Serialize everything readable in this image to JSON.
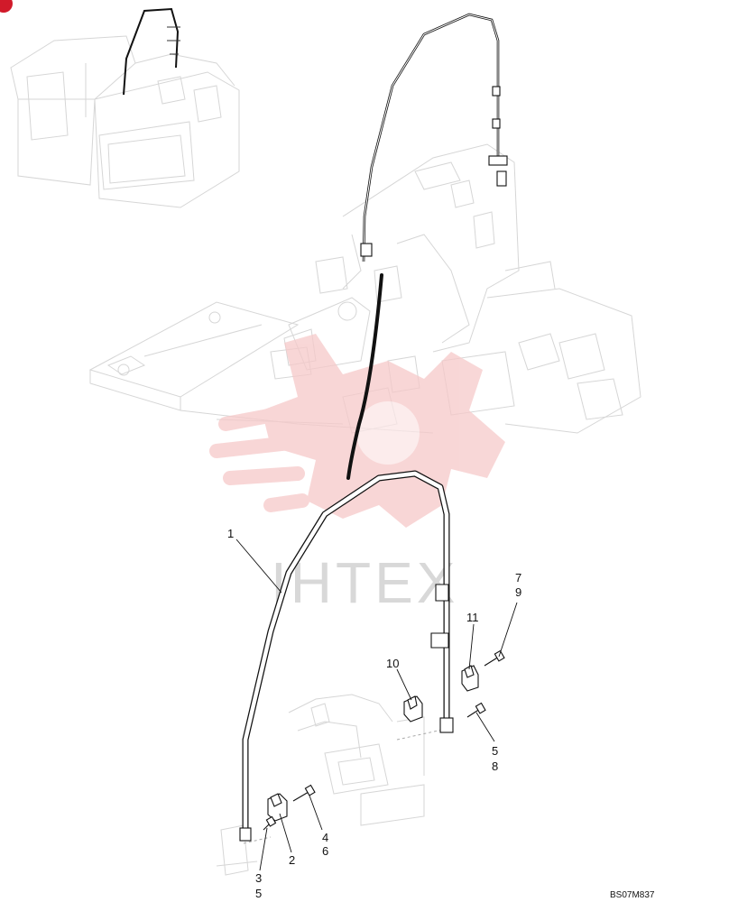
{
  "diagram": {
    "drawing_code": "BS07M837",
    "watermark_text": "IHTEX",
    "callouts": {
      "c1": "1",
      "c2": "2",
      "c3a": "3",
      "c3b": "5",
      "c4a": "4",
      "c4b": "6",
      "c5a": "5",
      "c5b": "8",
      "c7a": "7",
      "c7b": "9",
      "c10": "10",
      "c11": "11"
    }
  },
  "colors": {
    "line": "#111111",
    "faint": "#d6d6d6",
    "watermark_gear": "#f6c9c9",
    "corner_mark": "#d11a2a"
  }
}
